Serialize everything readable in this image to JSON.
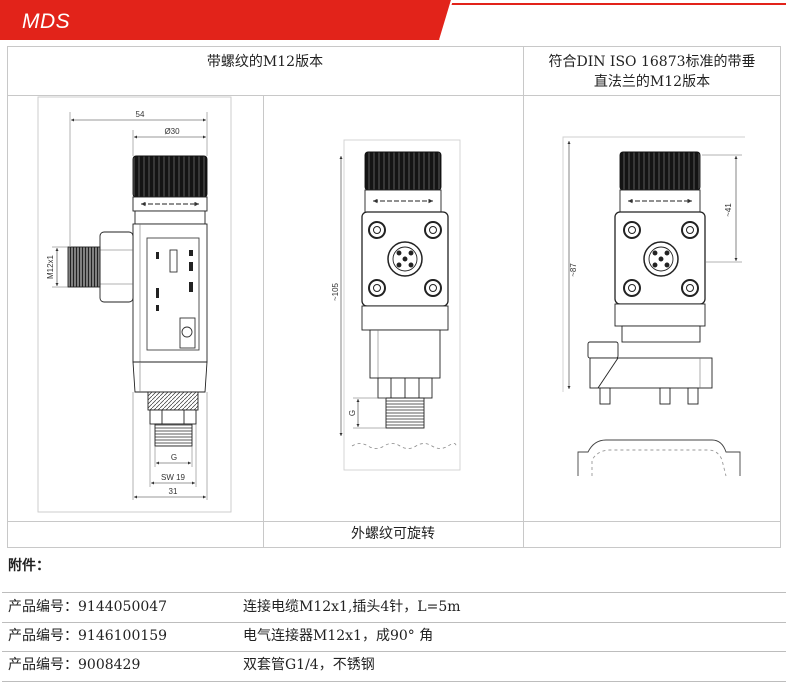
{
  "header": {
    "title": "MDS",
    "accent_color": "#e2231a"
  },
  "table": {
    "col_header_left": "带螺纹的M12版本",
    "col_header_right": [
      "符合DIN ISO 16873标准的带垂",
      "直法兰的M12版本"
    ],
    "caption_middle": "外螺纹可旋转",
    "border_color": "#c8c8c8"
  },
  "drawings": {
    "side_view": {
      "width_label": "54",
      "diameter_label": "Ø30",
      "connector_thread_label": "M12x1",
      "process_thread_label": "G",
      "wrench_label": "SW 19",
      "bottom_width_label": "31"
    },
    "front_view": {
      "height_label": "~105",
      "process_thread_label": "G"
    },
    "flange_view": {
      "upper_height_label": "~41",
      "total_height_label": "~87"
    }
  },
  "accessories": {
    "heading": "附件：",
    "items": [
      {
        "label": "产品编号：",
        "number": "9144050047",
        "description": "连接电缆M12x1,插头4针，L=5m"
      },
      {
        "label": "产品编号：",
        "number": "9146100159",
        "description": "电气连接器M12x1，成90° 角"
      },
      {
        "label": "产品编号：",
        "number": "9008429",
        "description": "双套管G1/4，不锈钢"
      }
    ]
  }
}
